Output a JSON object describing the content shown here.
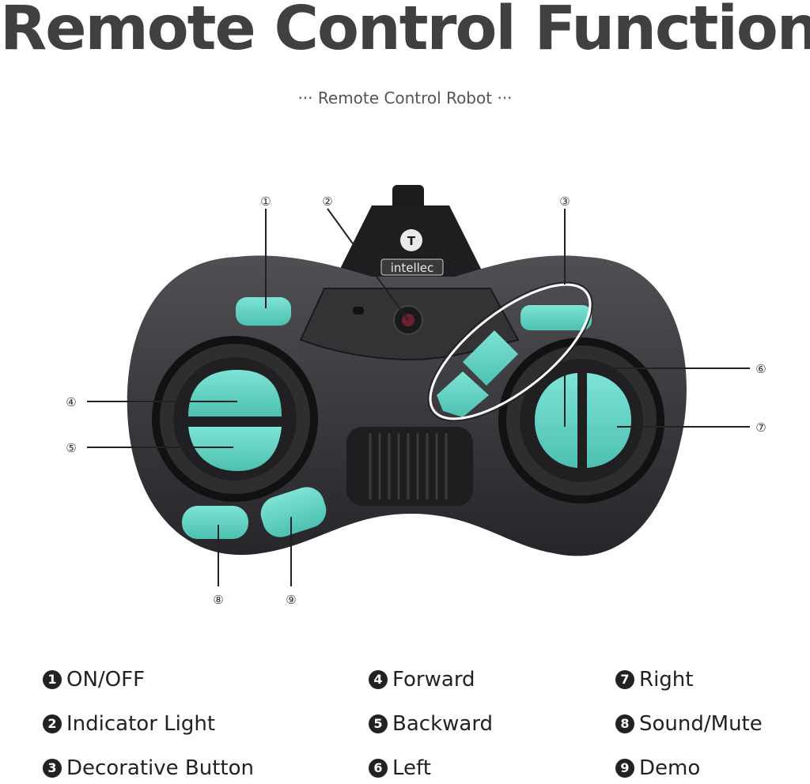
{
  "title": "Remote Control Function",
  "subtitle": "··· Remote Control Robot ···",
  "brand": "intellec",
  "markers": [
    "①",
    "②",
    "③",
    "④",
    "⑤",
    "⑥",
    "⑦",
    "⑧",
    "⑨"
  ],
  "legend": [
    {
      "num": "1",
      "label": "ON/OFF"
    },
    {
      "num": "2",
      "label": "Indicator Light"
    },
    {
      "num": "3",
      "label": "Decorative Button"
    },
    {
      "num": "4",
      "label": "Forward"
    },
    {
      "num": "5",
      "label": "Backward"
    },
    {
      "num": "6",
      "label": "Left"
    },
    {
      "num": "7",
      "label": "Right"
    },
    {
      "num": "8",
      "label": "Sound/Mute"
    },
    {
      "num": "9",
      "label": "Demo"
    }
  ],
  "colors": {
    "accent": "#5fcfc0",
    "body": "#2a2a2c",
    "body_light": "#4a4a4d",
    "title": "#404040"
  }
}
